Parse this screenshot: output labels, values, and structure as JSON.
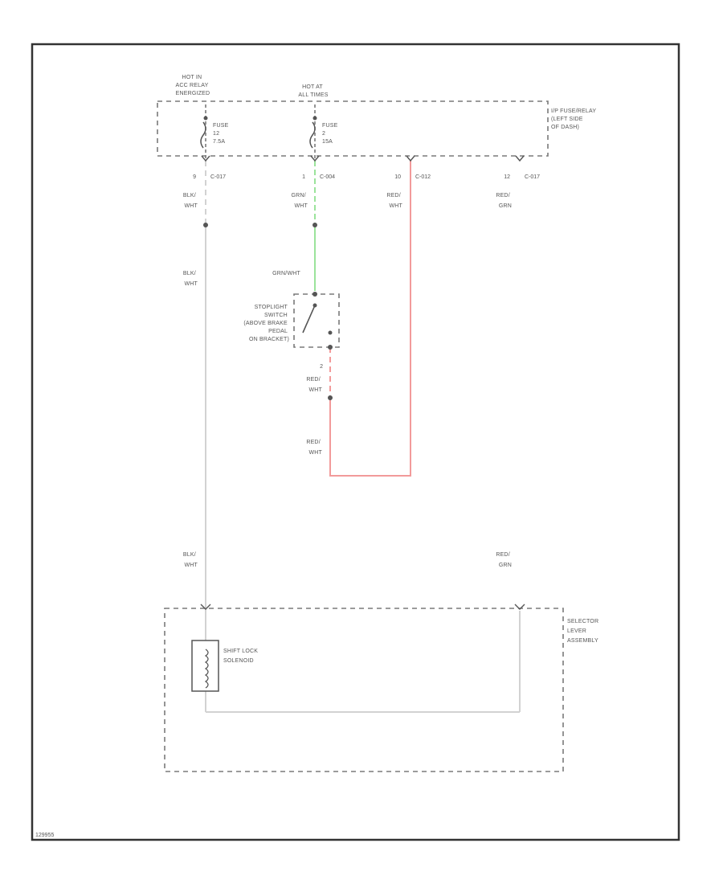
{
  "colors": {
    "wire_black_white": "#d2d2d2",
    "wire_green_white": "#9be39b",
    "wire_red_white": "#f29a9a",
    "wire_red_green": "#e8c896",
    "line_gray": "#7a7a7a",
    "frame": "#333333"
  },
  "fuse_box": {
    "feed_1": [
      "HOT IN",
      "ACC RELAY",
      "ENERGIZED"
    ],
    "feed_2": [
      "HOT AT",
      "ALL TIMES"
    ],
    "fuse_1": [
      "FUSE",
      "12",
      "7.5A"
    ],
    "fuse_2": [
      "FUSE",
      "2",
      "15A"
    ],
    "location": [
      "I/P FUSE/RELAY",
      "(LEFT SIDE",
      "OF DASH)"
    ]
  },
  "connectors": {
    "c1": {
      "pin": "9",
      "name": "C-017"
    },
    "c2": {
      "pin": "1",
      "name": "C-004"
    },
    "c3": {
      "pin": "10",
      "name": "C-012"
    },
    "c4": {
      "pin": "12",
      "name": "C-017"
    }
  },
  "wires": {
    "blk_wht_1": [
      "BLK/",
      "WHT"
    ],
    "grn_wht": [
      "GRN/",
      "WHT"
    ],
    "red_wht_1": [
      "RED/",
      "WHT"
    ],
    "red_grn_1": [
      "RED/",
      "GRN"
    ],
    "blk_wht_2": [
      "BLK/",
      "WHT"
    ],
    "grn_wht_inline": "GRN/WHT",
    "red_wht_2": [
      "RED/",
      "WHT"
    ],
    "red_wht_3": [
      "RED/",
      "WHT"
    ],
    "blk_wht_3": [
      "BLK/",
      "WHT"
    ],
    "red_grn_2": [
      "RED/",
      "GRN"
    ]
  },
  "switch": {
    "label": [
      "STOPLIGHT",
      "SWITCH",
      "(ABOVE BRAKE",
      "PEDAL",
      "ON BRACKET)"
    ],
    "pin_bottom": "2"
  },
  "assembly": {
    "label": [
      "SELECTOR",
      "LEVER",
      "ASSEMBLY"
    ],
    "solenoid": [
      "SHIFT LOCK",
      "SOLENOID"
    ]
  },
  "footer": {
    "code": "129955"
  }
}
